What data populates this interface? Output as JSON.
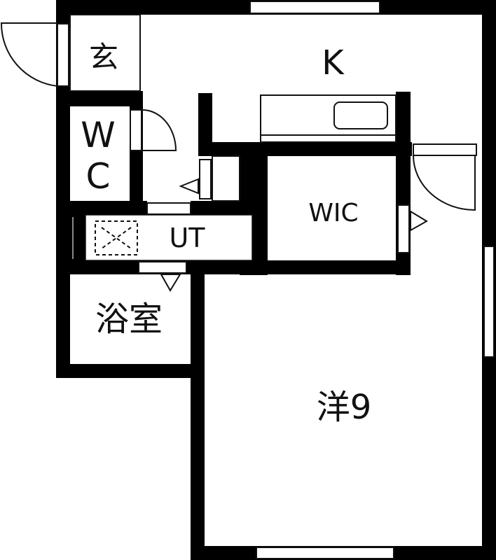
{
  "diagram": {
    "type": "floor_plan",
    "layout": "1K + WIC",
    "colors": {
      "wall": "#000000",
      "background": "#ffffff",
      "line": "#111111"
    }
  },
  "rooms": {
    "entrance": {
      "label": "玄"
    },
    "kitchen": {
      "label": "K"
    },
    "toilet": {
      "label_line1": "W",
      "label_line2": "C"
    },
    "utility": {
      "label": "UT"
    },
    "walk_in_closet": {
      "label": "WIC"
    },
    "bathroom": {
      "label": "浴室"
    },
    "western_room": {
      "label": "洋9"
    }
  }
}
